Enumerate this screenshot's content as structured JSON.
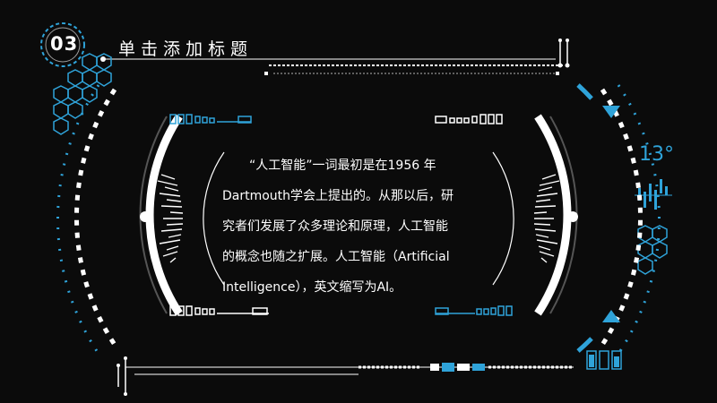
{
  "header": {
    "slide_number": "03",
    "title": "单击添加标题"
  },
  "body": {
    "lines": [
      "“人工智能”一词最初是在1956 年",
      "Dartmouth学会上提出的。从那以后，研",
      "究者们发展了众多理论和原理，人工智能",
      "的概念也随之扩展。人工智能（Artificial",
      "Intelligence），英文缩写为AI。"
    ]
  },
  "hud": {
    "temperature": "13°"
  },
  "colors": {
    "background": "#0b0b0b",
    "accent": "#2fa3d9",
    "text": "#ffffff"
  }
}
